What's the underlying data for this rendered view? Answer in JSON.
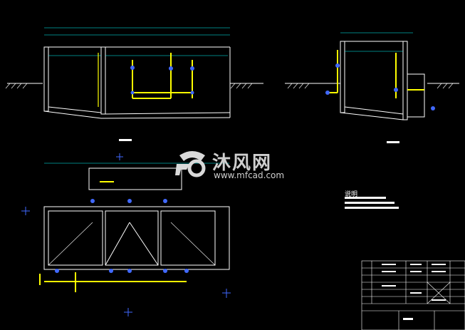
{
  "watermark": {
    "brand_cn": "沐风网",
    "url": "www.mfcad.com"
  },
  "notes": {
    "title": "说明"
  },
  "colors": {
    "background": "#000000",
    "structure": "#ffffff",
    "pipe": "#ffff00",
    "dimension": "#00ffff",
    "valve": "#4169ff",
    "table_line": "#ffffff"
  },
  "icons": [
    "axis-cross-icon",
    "section-marker-icon",
    "soil-hatch-icon",
    "valve-icon"
  ]
}
